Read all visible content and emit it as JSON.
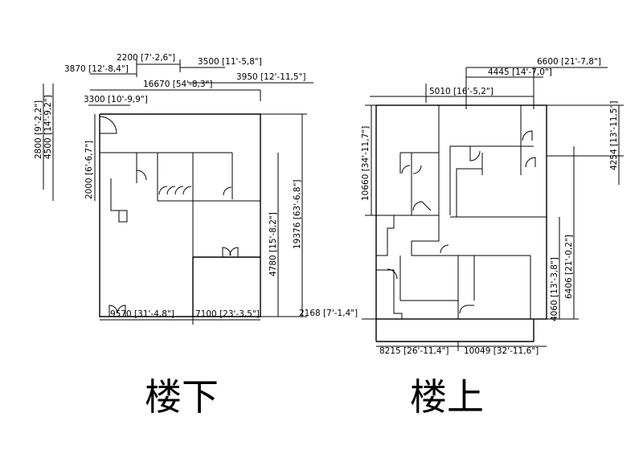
{
  "captions": {
    "downstairs": "楼下",
    "upstairs": "楼上"
  },
  "downstairs_dims": {
    "d2200": "2200 [7'-2,6\"]",
    "d3870": "3870 [12'-8,4\"]",
    "d3500": "3500 [11'-5,8\"]",
    "d3950": "3950 [12'-11,5\"]",
    "d16670": "16670 [54'-8,3\"]",
    "d3300": "3300 [10'-9,9\"]",
    "d2800": "2800 [9'-2,2\"]",
    "d4500": "4500 [14'-9,2\"]",
    "d2000": "2000 [6'-6,7\"]",
    "d19376": "19376 [63'-6,8\"]",
    "d4780": "4780 [15'-8,2\"]",
    "d9570": "9570 [31'-4,8\"]",
    "d7100": "7100 [23'-3,5\"]"
  },
  "upstairs_dims": {
    "d6600": "6600 [21'-7,8\"]",
    "d4445": "4445 [14'-7,0\"]",
    "d5010": "5010 [16'-5,2\"]",
    "d10660": "10660 [34'-11,7\"]",
    "d4254": "4254 [13'-11,5\"]",
    "d6406": "6406 [21'-0,2\"]",
    "d4060": "4060 [13'-3,8\"]",
    "d2168": "2168 [7'-1,4\"]",
    "d8215": "8215 [26'-11,4\"]",
    "d10049": "10049 [32'-11,6\"]"
  }
}
